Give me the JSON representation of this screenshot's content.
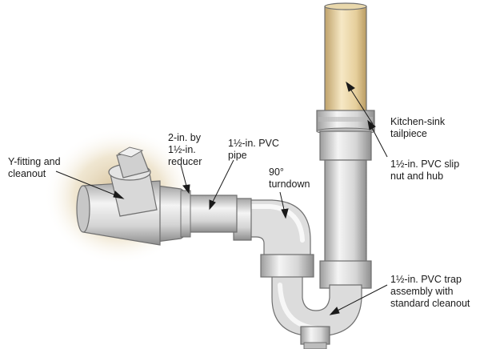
{
  "labels": {
    "y_fitting": "Y-fitting and\ncleanout",
    "reducer": "2-in. by\n1½-in.\nreducer",
    "pvc_pipe": "1½-in. PVC\npipe",
    "turndown": "90°\nturndown",
    "tailpiece": "Kitchen-sink\ntailpiece",
    "slip_nut": "1½-in. PVC slip\nnut and hub",
    "trap": "1½-in. PVC trap\nassembly with\nstandard cleanout"
  },
  "colors": {
    "pvc_light": "#ececec",
    "pvc_mid": "#c9c9c9",
    "pvc_dark": "#9a9a9a",
    "tailpiece_light": "#f1e2bc",
    "tailpiece_dark": "#cfb47c",
    "wall_stain": "#d9c6a0",
    "leader": "#1a1a1a"
  }
}
